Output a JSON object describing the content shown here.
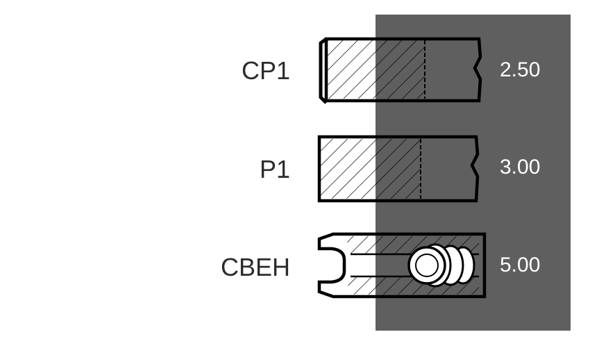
{
  "colors": {
    "panel": "#5f5f5f",
    "stroke": "#000000",
    "fill": "#ffffff"
  },
  "rings": [
    {
      "name": "CP1",
      "value": "2.50",
      "profile": "rectangular-chamfered"
    },
    {
      "name": "P1",
      "value": "3.00",
      "profile": "rectangular"
    },
    {
      "name": "CBEH",
      "value": "5.00",
      "profile": "oil-control-coil-spring"
    }
  ]
}
